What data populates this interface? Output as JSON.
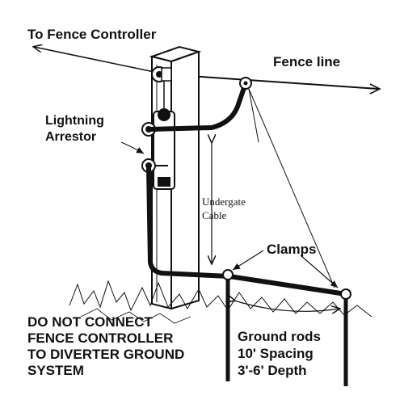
{
  "labels": {
    "to_fence_controller": "To Fence Controller",
    "fence_line": "Fence line",
    "lightning_arrestor_line1": "Lightning",
    "lightning_arrestor_line2": "Arrestor",
    "undergate_cable_line1": "Undergate",
    "undergate_cable_line2": "Cable",
    "clamps": "Clamps",
    "warning_line1": "DO NOT CONNECT",
    "warning_line2": "FENCE CONTROLLER",
    "warning_line3": "TO DIVERTER GROUND",
    "warning_line4": "SYSTEM",
    "ground_rods_line1": "Ground rods",
    "ground_rods_line2": "10' Spacing",
    "ground_rods_line3": "3'-6' Depth"
  },
  "colors": {
    "ink": "#111111",
    "background": "#ffffff"
  }
}
